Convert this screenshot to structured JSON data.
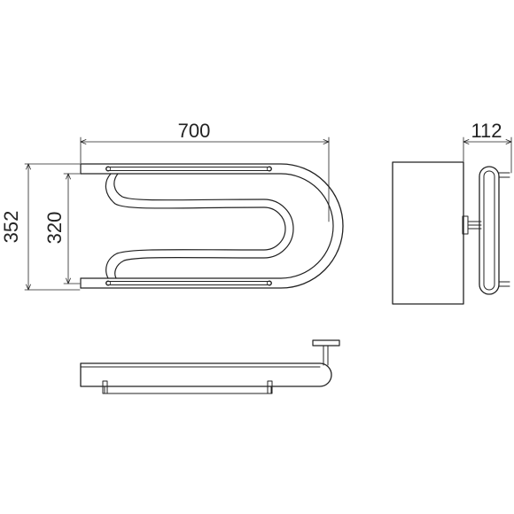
{
  "dimensions": {
    "overall_width": "700",
    "depth": "112",
    "overall_height": "352",
    "pipe_spacing": "320"
  }
}
